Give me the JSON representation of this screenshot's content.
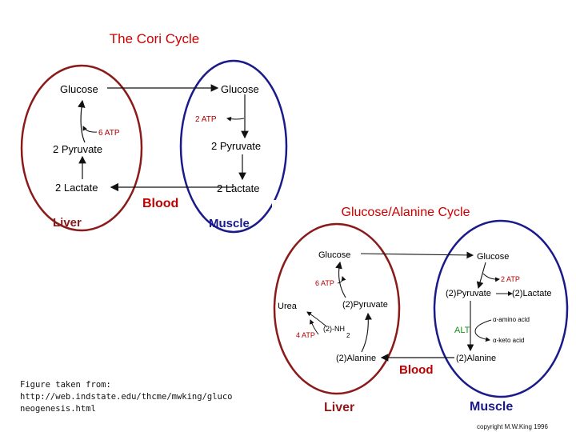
{
  "cori": {
    "title": "The Cori Cycle",
    "liver_glucose": "Glucose",
    "muscle_glucose": "Glucose",
    "liver_atp": "6 ATP",
    "muscle_atp": "2 ATP",
    "liver_pyruvate": "2 Pyruvate",
    "muscle_pyruvate": "2 Pyruvate",
    "liver_lactate": "2 Lactate",
    "muscle_lactate": "2 Lactate",
    "blood": "Blood",
    "liver": "Liver",
    "muscle": "Muscle"
  },
  "alanine": {
    "title": "Glucose/Alanine Cycle",
    "liver_glucose": "Glucose",
    "muscle_glucose": "Glucose",
    "liver_atp6": "6 ATP",
    "muscle_atp2": "2 ATP",
    "urea": "Urea",
    "liver_pyruvate": "(2)Pyruvate",
    "muscle_pyruvate": "(2)Pyruvate",
    "muscle_lactate": "(2)Lactate",
    "liver_atp4": "4 ATP",
    "nh": "(2)-NH",
    "nh_sub": "2",
    "liver_alanine": "(2)Alanine",
    "muscle_alanine": "(2)Alanine",
    "amino_acid": "α-amino acid",
    "keto_acid": "α-keto acid",
    "alt": "ALT",
    "blood": "Blood",
    "liver": "Liver",
    "muscle": "Muscle",
    "copyright": "copyright M.W.King 1996"
  },
  "caption": {
    "line1": "Figure taken from:",
    "line2": "http://web.indstate.edu/thcme/mwking/gluco",
    "line3": "neogenesis.html"
  },
  "colors": {
    "liver": "#8b1a1a",
    "muscle": "#1a1a8b",
    "blood": "#c00000",
    "title": "#cc0000",
    "alt": "#1a8f1a",
    "atp": "#b00000"
  }
}
